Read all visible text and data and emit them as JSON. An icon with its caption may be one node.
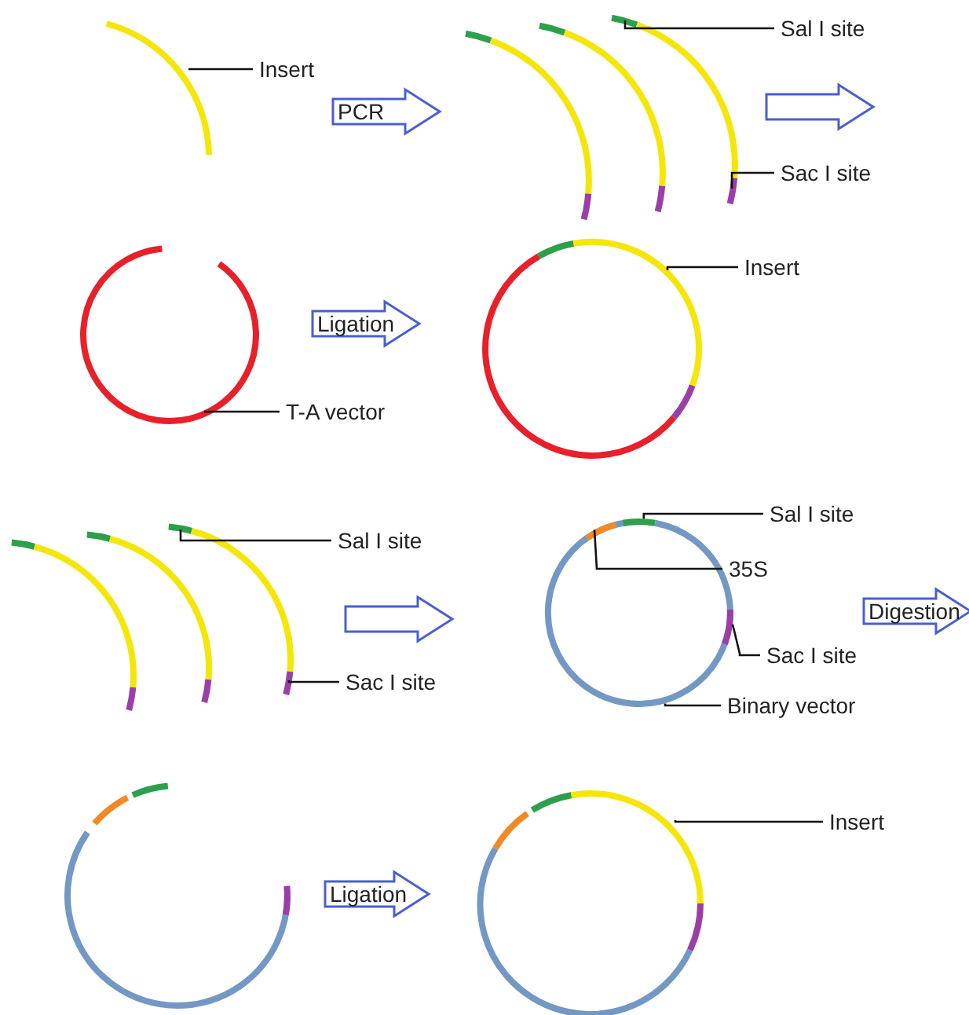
{
  "diagram": {
    "nodes": [
      {
        "text": [
          "Insert"
        ]
      },
      {
        "text": [
          "Sal I site"
        ]
      },
      {
        "text": [
          "Sac I site"
        ]
      },
      {
        "text": [
          "T-A vector"
        ]
      },
      {
        "text": [
          "Insert"
        ]
      },
      {
        "text": [
          "Sal I site"
        ]
      },
      {
        "text": [
          "35S"
        ]
      },
      {
        "text": [
          "Sac I site"
        ]
      },
      {
        "text": [
          "Binary  vector"
        ]
      },
      {
        "text": [
          "Sal I site"
        ]
      },
      {
        "text": [
          "Sac I site"
        ]
      },
      {
        "text": [
          "Insert"
        ]
      },
      {
        "text": [],
        "shape": "circle"
      }
    ],
    "edges": [
      {
        "from": 0,
        "to": null,
        "arrow": "none"
      },
      {
        "from": 1,
        "to": null,
        "arrow": "none"
      },
      {
        "from": 2,
        "to": null,
        "arrow": "none"
      },
      {
        "from": 3,
        "to": null,
        "arrow": "none"
      },
      {
        "from": 4,
        "to": null,
        "arrow": "none"
      },
      {
        "from": 5,
        "to": 12,
        "arrow": "none"
      },
      {
        "from": 6,
        "to": 12,
        "arrow": "none"
      },
      {
        "from": 7,
        "to": 12,
        "arrow": "none"
      },
      {
        "from": 8,
        "to": 12,
        "arrow": "none"
      },
      {
        "from": 9,
        "to": null,
        "arrow": "none"
      },
      {
        "from": 10,
        "to": null,
        "arrow": "none"
      },
      {
        "from": 11,
        "to": null,
        "arrow": "none"
      }
    ],
    "labels": [
      "PCR",
      "Ligation",
      "Digestion",
      "Ligation"
    ]
  }
}
